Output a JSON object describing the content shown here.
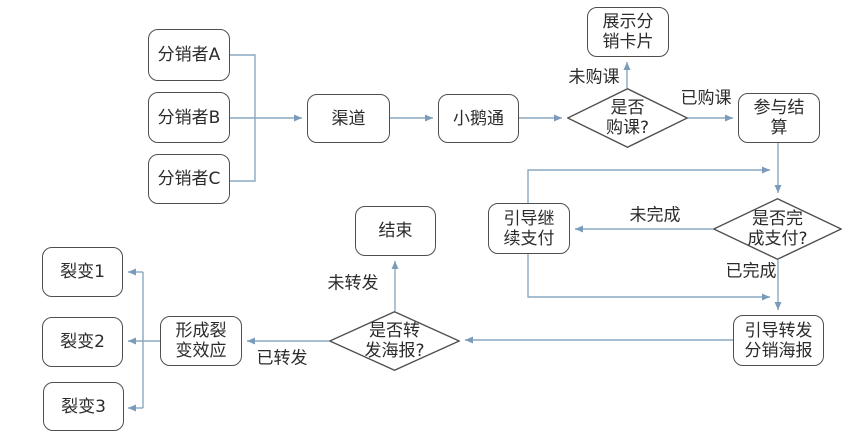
{
  "diagram": {
    "title": "course-distribution-fission-flowchart",
    "colors": {
      "connector": "#7fa0ba",
      "node_border": "#4f4f4f",
      "node_fill": "#ffffff",
      "text": "#2b2b2b",
      "background": "#ffffff"
    },
    "nodes": {
      "distributor_a": {
        "label": "分销者A"
      },
      "distributor_b": {
        "label": "分销者B"
      },
      "distributor_c": {
        "label": "分销者C"
      },
      "channel": {
        "label": "渠道"
      },
      "xiaoetong": {
        "label": "小鹅通"
      },
      "show_distribution_card": {
        "label": "展示分\n销卡片"
      },
      "purchase_decision": {
        "label": "是否\n购课?"
      },
      "join_settlement": {
        "label": "参与结\n算"
      },
      "payment_decision": {
        "label": "是否完\n成支付?"
      },
      "guide_continue_payment": {
        "label": "引导继\n续支付"
      },
      "guide_forward_poster": {
        "label": "引导转发\n分销海报"
      },
      "forward_decision": {
        "label": "是否转\n发海报?"
      },
      "end": {
        "label": "结束"
      },
      "fission_effect": {
        "label": "形成裂\n变效应"
      },
      "fission_1": {
        "label": "裂变1"
      },
      "fission_2": {
        "label": "裂变2"
      },
      "fission_3": {
        "label": "裂变3"
      }
    },
    "edge_labels": {
      "not_purchased": "未购课",
      "purchased": "已购课",
      "not_completed": "未完成",
      "completed": "已完成",
      "not_forwarded": "未转发",
      "forwarded": "已转发"
    }
  }
}
